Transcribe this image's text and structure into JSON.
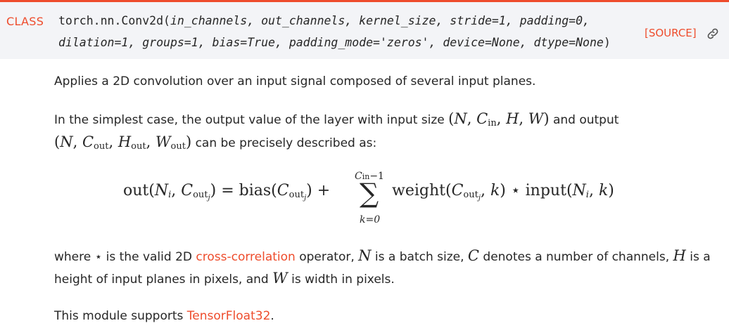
{
  "signature": {
    "kind_label": "CLASS",
    "qualname": "torch.nn.Conv2d(",
    "params_line1": "in_channels, out_channels, kernel_size, stride=1, padding=0,",
    "params_line2": "dilation=1, groups=1, bias=True, padding_mode='zeros', device=None, dtype=None",
    "close_paren": ")",
    "source_link": "[SOURCE]",
    "permalink_icon": "link-icon"
  },
  "para1": "Applies a 2D convolution over an input signal composed of several input planes.",
  "para2": {
    "text_a": "In the simplest case, the output value of the layer with input size ",
    "text_b": " and output",
    "text_c": " can be precisely described as:"
  },
  "formula": {
    "lhs": "out(",
    "sum_upper": "C",
    "sum_upper_sub": "in",
    "sum_upper_tail": "−1",
    "sum_lower": "k=0",
    "rhs_weight": "weight(",
    "rhs_input": "input("
  },
  "para3": {
    "text_a": "where ⋆ is the valid 2D ",
    "link": "cross-correlation",
    "text_b": " operator, ",
    "text_c": " is a batch size, ",
    "text_d": " denotes a number of channels, ",
    "text_e": " is a",
    "line2_a": "height of input planes in pixels, and ",
    "line2_b": " is width in pixels."
  },
  "para4": {
    "text_a": "This module supports ",
    "link": "TensorFloat32",
    "text_b": "."
  },
  "colors": {
    "accent": "#ee4c2c",
    "signature_bg": "#f3f4f7",
    "text": "#262626"
  }
}
